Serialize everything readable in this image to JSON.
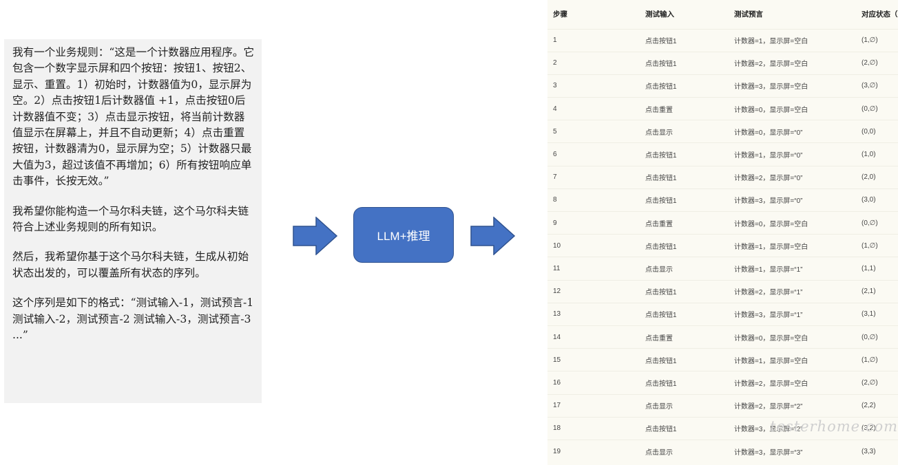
{
  "prompt": {
    "paragraphs": [
      "我有一个业务规则：“这是一个计数器应用程序。它包含一个数字显示屏和四个按钮：按钮1、按钮2、显示、重置。1）初始时，计数器值为0，显示屏为空。2）点击按钮1后计数器值 +1，点击按钮0后计数器值不变；3）点击显示按钮，将当前计数器值显示在屏幕上，并且不自动更新；4）点击重置按钮，计数器清为0，显示屏为空；5）计数器只最大值为3，超过该值不再增加；6）所有按钮响应单击事件，长按无效。”",
      "我希望你能构造一个马尔科夫链，这个马尔科夫链符合上述业务规则的所有知识。",
      "然后，我希望你基于这个马尔科夫链，生成从初始状态出发的，可以覆盖所有状态的序列。",
      "这个序列是如下的格式：“测试输入-1，测试预言-1 测试输入-2，测试预言-2 测试输入-3，测试预言-3 ...”"
    ]
  },
  "process": {
    "label": "LLM+推理"
  },
  "table": {
    "headers": [
      "步骤",
      "测试输入",
      "测试预言",
      "对应状态（c"
    ],
    "rows": [
      [
        "1",
        "点击按钮1",
        "计数器=1，显示屏=空白",
        "(1,∅)"
      ],
      [
        "2",
        "点击按钮1",
        "计数器=2，显示屏=空白",
        "(2,∅)"
      ],
      [
        "3",
        "点击按钮1",
        "计数器=3，显示屏=空白",
        "(3,∅)"
      ],
      [
        "4",
        "点击重置",
        "计数器=0，显示屏=空白",
        "(0,∅)"
      ],
      [
        "5",
        "点击显示",
        "计数器=0，显示屏=“0”",
        "(0,0)"
      ],
      [
        "6",
        "点击按钮1",
        "计数器=1，显示屏=“0”",
        "(1,0)"
      ],
      [
        "7",
        "点击按钮1",
        "计数器=2，显示屏=“0”",
        "(2,0)"
      ],
      [
        "8",
        "点击按钮1",
        "计数器=3，显示屏=“0”",
        "(3,0)"
      ],
      [
        "9",
        "点击重置",
        "计数器=0，显示屏=空白",
        "(0,∅)"
      ],
      [
        "10",
        "点击按钮1",
        "计数器=1，显示屏=空白",
        "(1,∅)"
      ],
      [
        "11",
        "点击显示",
        "计数器=1，显示屏=“1”",
        "(1,1)"
      ],
      [
        "12",
        "点击按钮1",
        "计数器=2，显示屏=“1”",
        "(2,1)"
      ],
      [
        "13",
        "点击按钮1",
        "计数器=3，显示屏=“1”",
        "(3,1)"
      ],
      [
        "14",
        "点击重置",
        "计数器=0，显示屏=空白",
        "(0,∅)"
      ],
      [
        "15",
        "点击按钮1",
        "计数器=1，显示屏=空白",
        "(1,∅)"
      ],
      [
        "16",
        "点击按钮1",
        "计数器=2，显示屏=空白",
        "(2,∅)"
      ],
      [
        "17",
        "点击显示",
        "计数器=2，显示屏=“2”",
        "(2,2)"
      ],
      [
        "18",
        "点击按钮1",
        "计数器=3，显示屏=“2”",
        "(3,2)"
      ],
      [
        "19",
        "点击显示",
        "计数器=3，显示屏=“3”",
        "(3,3)"
      ]
    ]
  },
  "watermark": "testerhome.com",
  "colors": {
    "box_fill": "#4472c4",
    "box_border": "#2f528f",
    "panel": "#f2f2f2",
    "table_bg": "#fbfaf3"
  }
}
